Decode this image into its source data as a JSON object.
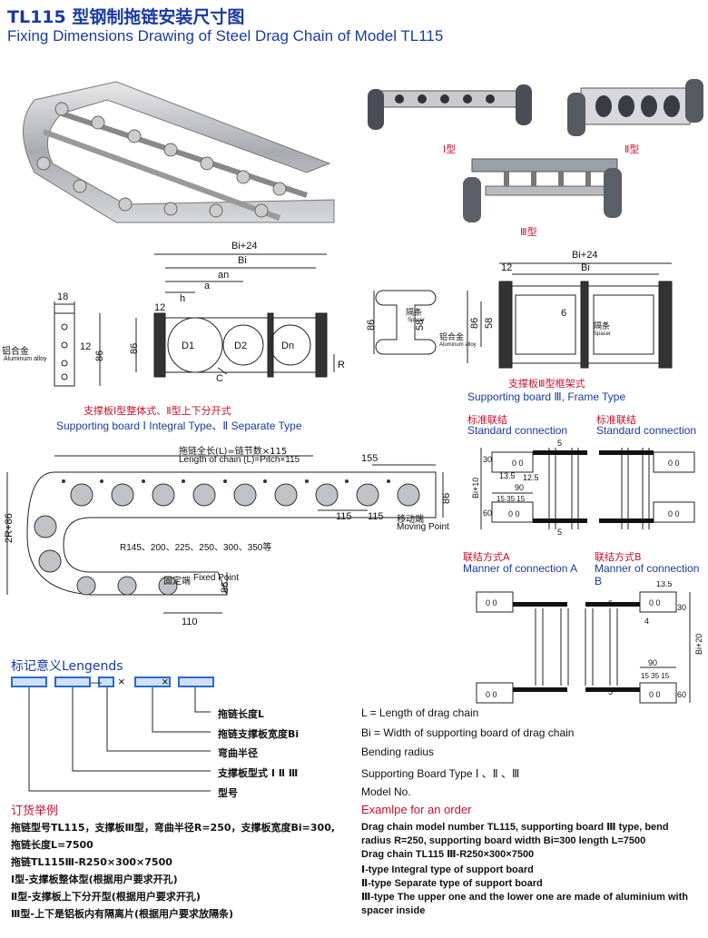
{
  "header": {
    "title_cn": "TL115 型钢制拖链安装尺寸图",
    "title_en": "Fixing Dimensions Drawing of Steel Drag Chain of Model TL115"
  },
  "photos": {
    "type1_label": "Ⅰ型",
    "type2_label": "Ⅱ型",
    "type3_label": "Ⅲ型"
  },
  "board_section": {
    "alloy_cn": "铝合金",
    "alloy_en": "Aluminum alloy",
    "dim_18": "18",
    "dim_12": "12",
    "dim_86": "86",
    "bi24": "Bi+24",
    "bi": "Bi",
    "an": "an",
    "a": "a",
    "h": "h",
    "d1": "D1",
    "d2": "D2",
    "dn": "Dn",
    "c": "C",
    "r": "R",
    "caption_cn": "支撑板Ⅰ型整体式、Ⅱ型上下分开式",
    "caption_en": "Supporting board Ⅰ Integral Type、Ⅱ Separate Type"
  },
  "frame_section": {
    "spacer_cn": "隔条",
    "spacer_en": "Spacer",
    "dim_58": "58",
    "dim_6": "6",
    "caption_cn": "支撑板Ⅲ型框架式",
    "caption_en": "Supporting board Ⅲ, Frame Type"
  },
  "chain_section": {
    "length_cn": "拖链全长(L)=链节数×115",
    "length_en": "Length of chain (L)=Pitch×115",
    "dim_155": "155",
    "dim_115": "115",
    "dim_110": "110",
    "dim_2r86": "2R+86",
    "radius_list": "R145、200、225、250、300、350等",
    "moving_cn": "移动端",
    "moving_en": "Moving Point",
    "fixed_cn": "固定端",
    "fixed_en": "Fixed Point"
  },
  "connections": {
    "standard_cn": "标准联结",
    "standard_en": "Standard connection",
    "a_cn": "联结方式A",
    "a_en": "Manner of connection A",
    "b_cn": "联结方式B",
    "b_en": "Manner of connection B",
    "dim_30": "30",
    "dim_13_5": "13.5",
    "dim_12_5": "12.5",
    "dim_5": "5",
    "dim_4": "4",
    "dim_bi10": "Bi+10",
    "dim_bi20": "Bi+20",
    "dim_90": "90",
    "dim_153515": "15 35 15",
    "dim_60": "60",
    "oo": "0 0"
  },
  "legend": {
    "title": "标记意义Lengends",
    "items_cn": [
      "拖链长度L",
      "拖链支撑板宽度Bi",
      "弯曲半径",
      "支撑板型式 Ⅰ Ⅱ Ⅲ",
      "型号"
    ],
    "items_en": [
      "L = Length of drag chain",
      "Bi = Width of supporting board of drag chain",
      "Bending radius",
      "Supporting Board Type Ⅰ 、Ⅱ 、Ⅲ",
      "Model No."
    ]
  },
  "order": {
    "title_cn": "订货举例",
    "title_en": "Examlpe for an order",
    "lines_cn": [
      "拖链型号TL115，支撑板Ⅲ型，弯曲半径R=250，支撑板宽度Bi=300,",
      "拖链长度L=7500",
      "拖链TL115Ⅲ-R250×300×7500",
      "Ⅰ型-支撑板整体型(根据用户要求开孔)",
      "Ⅱ型-支撑板上下分开型(根据用户要求开孔)",
      "Ⅲ型-上下是铝板内有隔离片(根据用户要求放隔条)"
    ],
    "lines_en": [
      "Drag chain model number TL115, supporting board Ⅲ type, bend",
      "radius R=250, supporting board width Bi=300 length L=7500",
      "Drag chain TL115 Ⅲ-R250×300×7500",
      "Ⅰ-type Integral type of support board",
      "Ⅱ-type Separate type of support board",
      "Ⅲ-type The upper one and the lower one are made of aluminium with",
      "spacer inside"
    ]
  }
}
